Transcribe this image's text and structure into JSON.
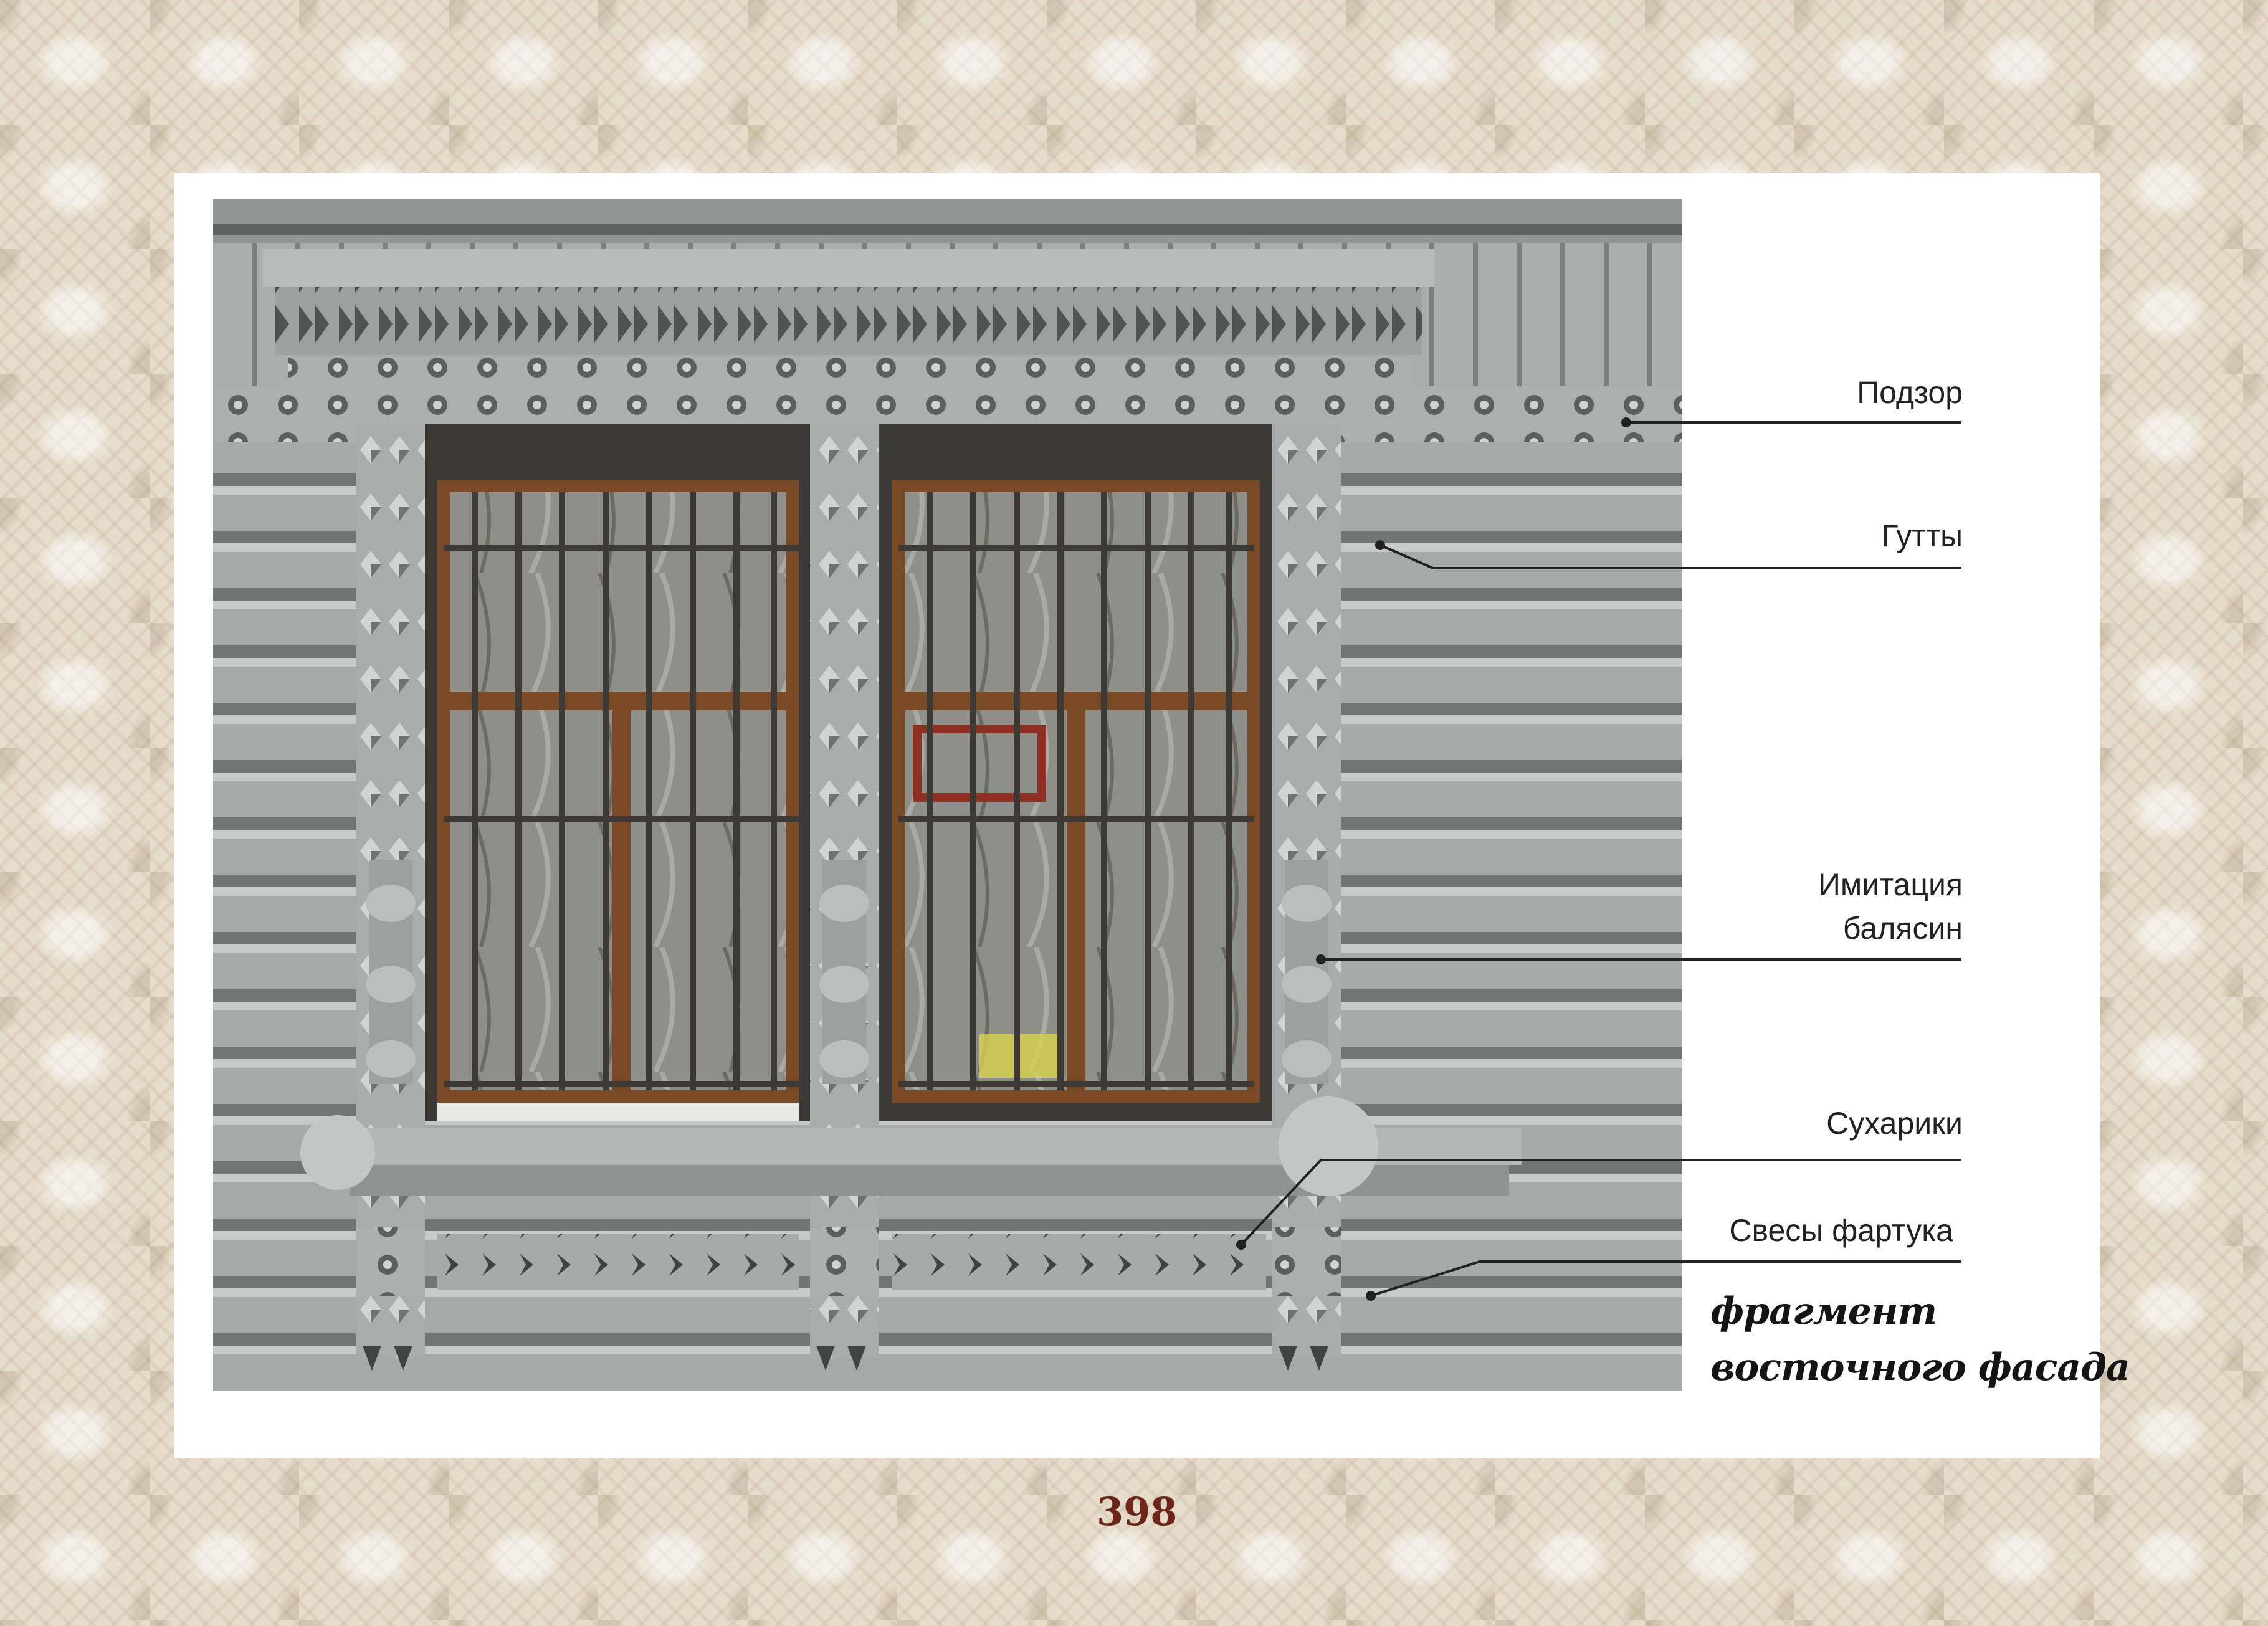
{
  "labels": {
    "podzor": "Подзор",
    "gutty": "Гутты",
    "imitation_line1": "Имитация",
    "imitation_line2": "балясин",
    "sukhariki": "Сухарики",
    "svesy": "Свесы фартука"
  },
  "caption": {
    "line1": "фрагмент",
    "line2": "восточного фасада"
  },
  "page_number": "398",
  "colors": {
    "background": "#e6dccb",
    "paint_gray": "#9fa6a4",
    "window_frame": "#8a5a34",
    "page_number": "#6e2418"
  }
}
